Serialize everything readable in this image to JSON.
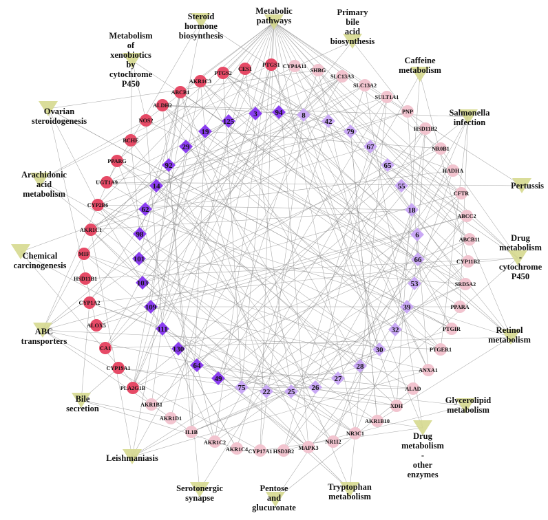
{
  "colors": {
    "pathway": "#d6d98f",
    "gene_strong": "#e64a66",
    "gene_light": "#f2c4cf",
    "compound_dark": "#8a3df0",
    "compound_light": "#c9a8f5",
    "edge": "#8c8c8c"
  },
  "pathways": [
    {
      "id": "metabolic",
      "label": "Metabolic\npathways"
    },
    {
      "id": "steroid",
      "label": "Steroid\nhormone\nbiosynthesis"
    },
    {
      "id": "bile_primary",
      "label": "Primary\nbile\nacid\nbiosynthesis"
    },
    {
      "id": "xenobiotics",
      "label": "Metabolism\nof\nxenobiotics\nby\ncytochrome\nP450"
    },
    {
      "id": "caffeine",
      "label": "Caffeine\nmetabolism"
    },
    {
      "id": "ovarian",
      "label": "Ovarian\nsteroidogenesis"
    },
    {
      "id": "salmonella",
      "label": "Salmonella\ninfection"
    },
    {
      "id": "arachidonic",
      "label": "Arachidonic\nacid\nmetabolism"
    },
    {
      "id": "pertussis",
      "label": "Pertussis"
    },
    {
      "id": "drug_p450",
      "label": "Drug\nmetabolism\n-\ncytochrome\nP450"
    },
    {
      "id": "chemical",
      "label": "Chemical\ncarcinogenesis"
    },
    {
      "id": "retinol",
      "label": "Retinol\nmetabolism"
    },
    {
      "id": "abc",
      "label": "ABC\ntransporters"
    },
    {
      "id": "bile_secretion",
      "label": "Bile\nsecretion"
    },
    {
      "id": "glycerolipid",
      "label": "Glycerolipid\nmetabolism"
    },
    {
      "id": "drug_other",
      "label": "Drug\nmetabolism\n-\nother\nenzymes"
    },
    {
      "id": "leishmaniasis",
      "label": "Leishmaniasis"
    },
    {
      "id": "serotonergic",
      "label": "Serotonergic\nsynapse"
    },
    {
      "id": "pentose",
      "label": "Pentose\nand\nglucuronate"
    },
    {
      "id": "tryptophan",
      "label": "Tryptophan\nmetabolism"
    }
  ],
  "genes": [
    {
      "id": "PTGS1",
      "strong": true
    },
    {
      "id": "CES1",
      "strong": true
    },
    {
      "id": "PTGS2",
      "strong": true
    },
    {
      "id": "AKR1C3",
      "strong": true
    },
    {
      "id": "ABCB1",
      "strong": true
    },
    {
      "id": "ALDH2",
      "strong": true
    },
    {
      "id": "NOS2",
      "strong": true
    },
    {
      "id": "BCHE",
      "strong": true
    },
    {
      "id": "PPARG",
      "strong": true
    },
    {
      "id": "UGT1A9",
      "strong": true
    },
    {
      "id": "CYP2B6",
      "strong": true
    },
    {
      "id": "AKR1C1",
      "strong": true
    },
    {
      "id": "MIF",
      "strong": true
    },
    {
      "id": "HSD11B1",
      "strong": true
    },
    {
      "id": "CYP1A2",
      "strong": true
    },
    {
      "id": "ALOX5",
      "strong": true
    },
    {
      "id": "CA1",
      "strong": true
    },
    {
      "id": "CYP19A1",
      "strong": true
    },
    {
      "id": "PLA2G1B",
      "strong": true
    },
    {
      "id": "AKR1B1",
      "strong": false
    },
    {
      "id": "AKR1D1",
      "strong": false
    },
    {
      "id": "IL1B",
      "strong": false
    },
    {
      "id": "AKR1C2",
      "strong": false
    },
    {
      "id": "AKR1C4",
      "strong": false
    },
    {
      "id": "CYP17A1",
      "strong": false
    },
    {
      "id": "HSD3B2",
      "strong": false
    },
    {
      "id": "MAPK3",
      "strong": false
    },
    {
      "id": "NR1I2",
      "strong": false
    },
    {
      "id": "NR3C1",
      "strong": false
    },
    {
      "id": "AKR1B10",
      "strong": false
    },
    {
      "id": "XDH",
      "strong": false
    },
    {
      "id": "ALAD",
      "strong": false
    },
    {
      "id": "ANXA1",
      "strong": false
    },
    {
      "id": "PTGER1",
      "strong": false
    },
    {
      "id": "PTGIR",
      "strong": false
    },
    {
      "id": "PPARA",
      "strong": false
    },
    {
      "id": "SRD5A2",
      "strong": false
    },
    {
      "id": "CYP11B2",
      "strong": false
    },
    {
      "id": "ABCB11",
      "strong": false
    },
    {
      "id": "ABCC2",
      "strong": false
    },
    {
      "id": "CFTR",
      "strong": false
    },
    {
      "id": "HADHA",
      "strong": false
    },
    {
      "id": "NR0B1",
      "strong": false
    },
    {
      "id": "HSD11B2",
      "strong": false
    },
    {
      "id": "PNP",
      "strong": false
    },
    {
      "id": "SULT1A1",
      "strong": false
    },
    {
      "id": "SLC13A2",
      "strong": false
    },
    {
      "id": "SLC13A3",
      "strong": false
    },
    {
      "id": "SHBG",
      "strong": false
    },
    {
      "id": "CYP4A11",
      "strong": false
    }
  ],
  "compounds": [
    {
      "id": "3",
      "dark": true
    },
    {
      "id": "94",
      "dark": true
    },
    {
      "id": "8",
      "dark": false
    },
    {
      "id": "42",
      "dark": false
    },
    {
      "id": "79",
      "dark": false
    },
    {
      "id": "67",
      "dark": false
    },
    {
      "id": "65",
      "dark": false
    },
    {
      "id": "55",
      "dark": false
    },
    {
      "id": "18",
      "dark": false
    },
    {
      "id": "6",
      "dark": false
    },
    {
      "id": "66",
      "dark": false
    },
    {
      "id": "53",
      "dark": false
    },
    {
      "id": "39",
      "dark": false
    },
    {
      "id": "32",
      "dark": false
    },
    {
      "id": "30",
      "dark": false
    },
    {
      "id": "28",
      "dark": false
    },
    {
      "id": "27",
      "dark": false
    },
    {
      "id": "26",
      "dark": false
    },
    {
      "id": "25",
      "dark": false
    },
    {
      "id": "22",
      "dark": false
    },
    {
      "id": "75",
      "dark": false
    },
    {
      "id": "49",
      "dark": true
    },
    {
      "id": "64",
      "dark": true
    },
    {
      "id": "130",
      "dark": true
    },
    {
      "id": "111",
      "dark": true
    },
    {
      "id": "109",
      "dark": true
    },
    {
      "id": "103",
      "dark": true
    },
    {
      "id": "101",
      "dark": true
    },
    {
      "id": "98",
      "dark": true
    },
    {
      "id": "62",
      "dark": true
    },
    {
      "id": "14",
      "dark": true
    },
    {
      "id": "92",
      "dark": true
    },
    {
      "id": "29",
      "dark": true
    },
    {
      "id": "19",
      "dark": true
    },
    {
      "id": "125",
      "dark": true
    }
  ]
}
